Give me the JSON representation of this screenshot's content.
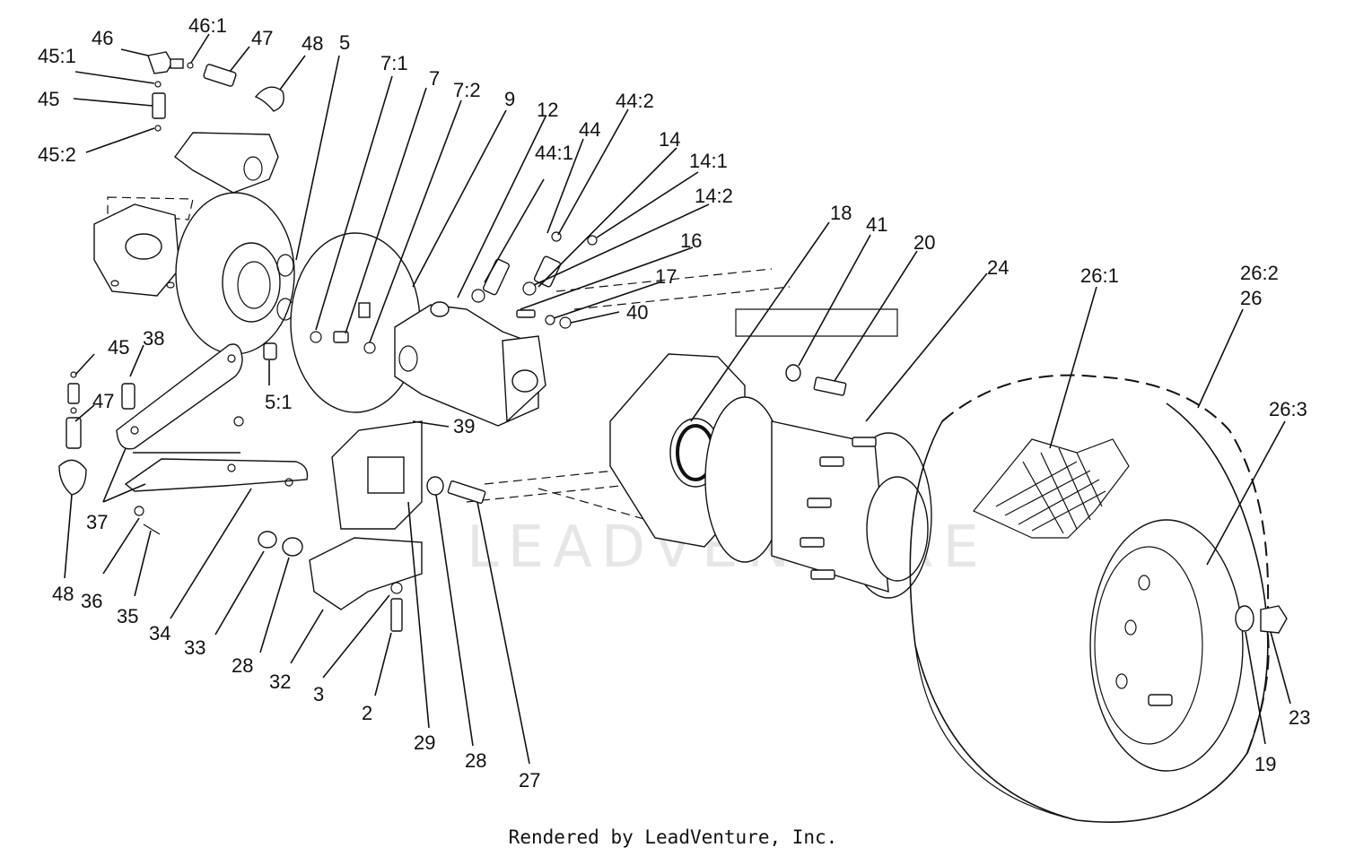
{
  "diagram": {
    "callouts": [
      "46",
      "46:1",
      "47",
      "48",
      "5",
      "45:1",
      "45",
      "45:2",
      "7:1",
      "7",
      "7:2",
      "9",
      "12",
      "44",
      "44:2",
      "44:1",
      "14",
      "14:1",
      "14:2",
      "16",
      "17",
      "40",
      "18",
      "41",
      "20",
      "24",
      "26:1",
      "26:2",
      "26",
      "26:3",
      "45",
      "38",
      "47",
      "5:1",
      "39",
      "37",
      "48",
      "36",
      "35",
      "34",
      "33",
      "28",
      "32",
      "3",
      "2",
      "29",
      "28",
      "27",
      "23",
      "19"
    ]
  },
  "watermark": "LEADVENTURE",
  "footer": "Rendered by LeadVenture, Inc."
}
